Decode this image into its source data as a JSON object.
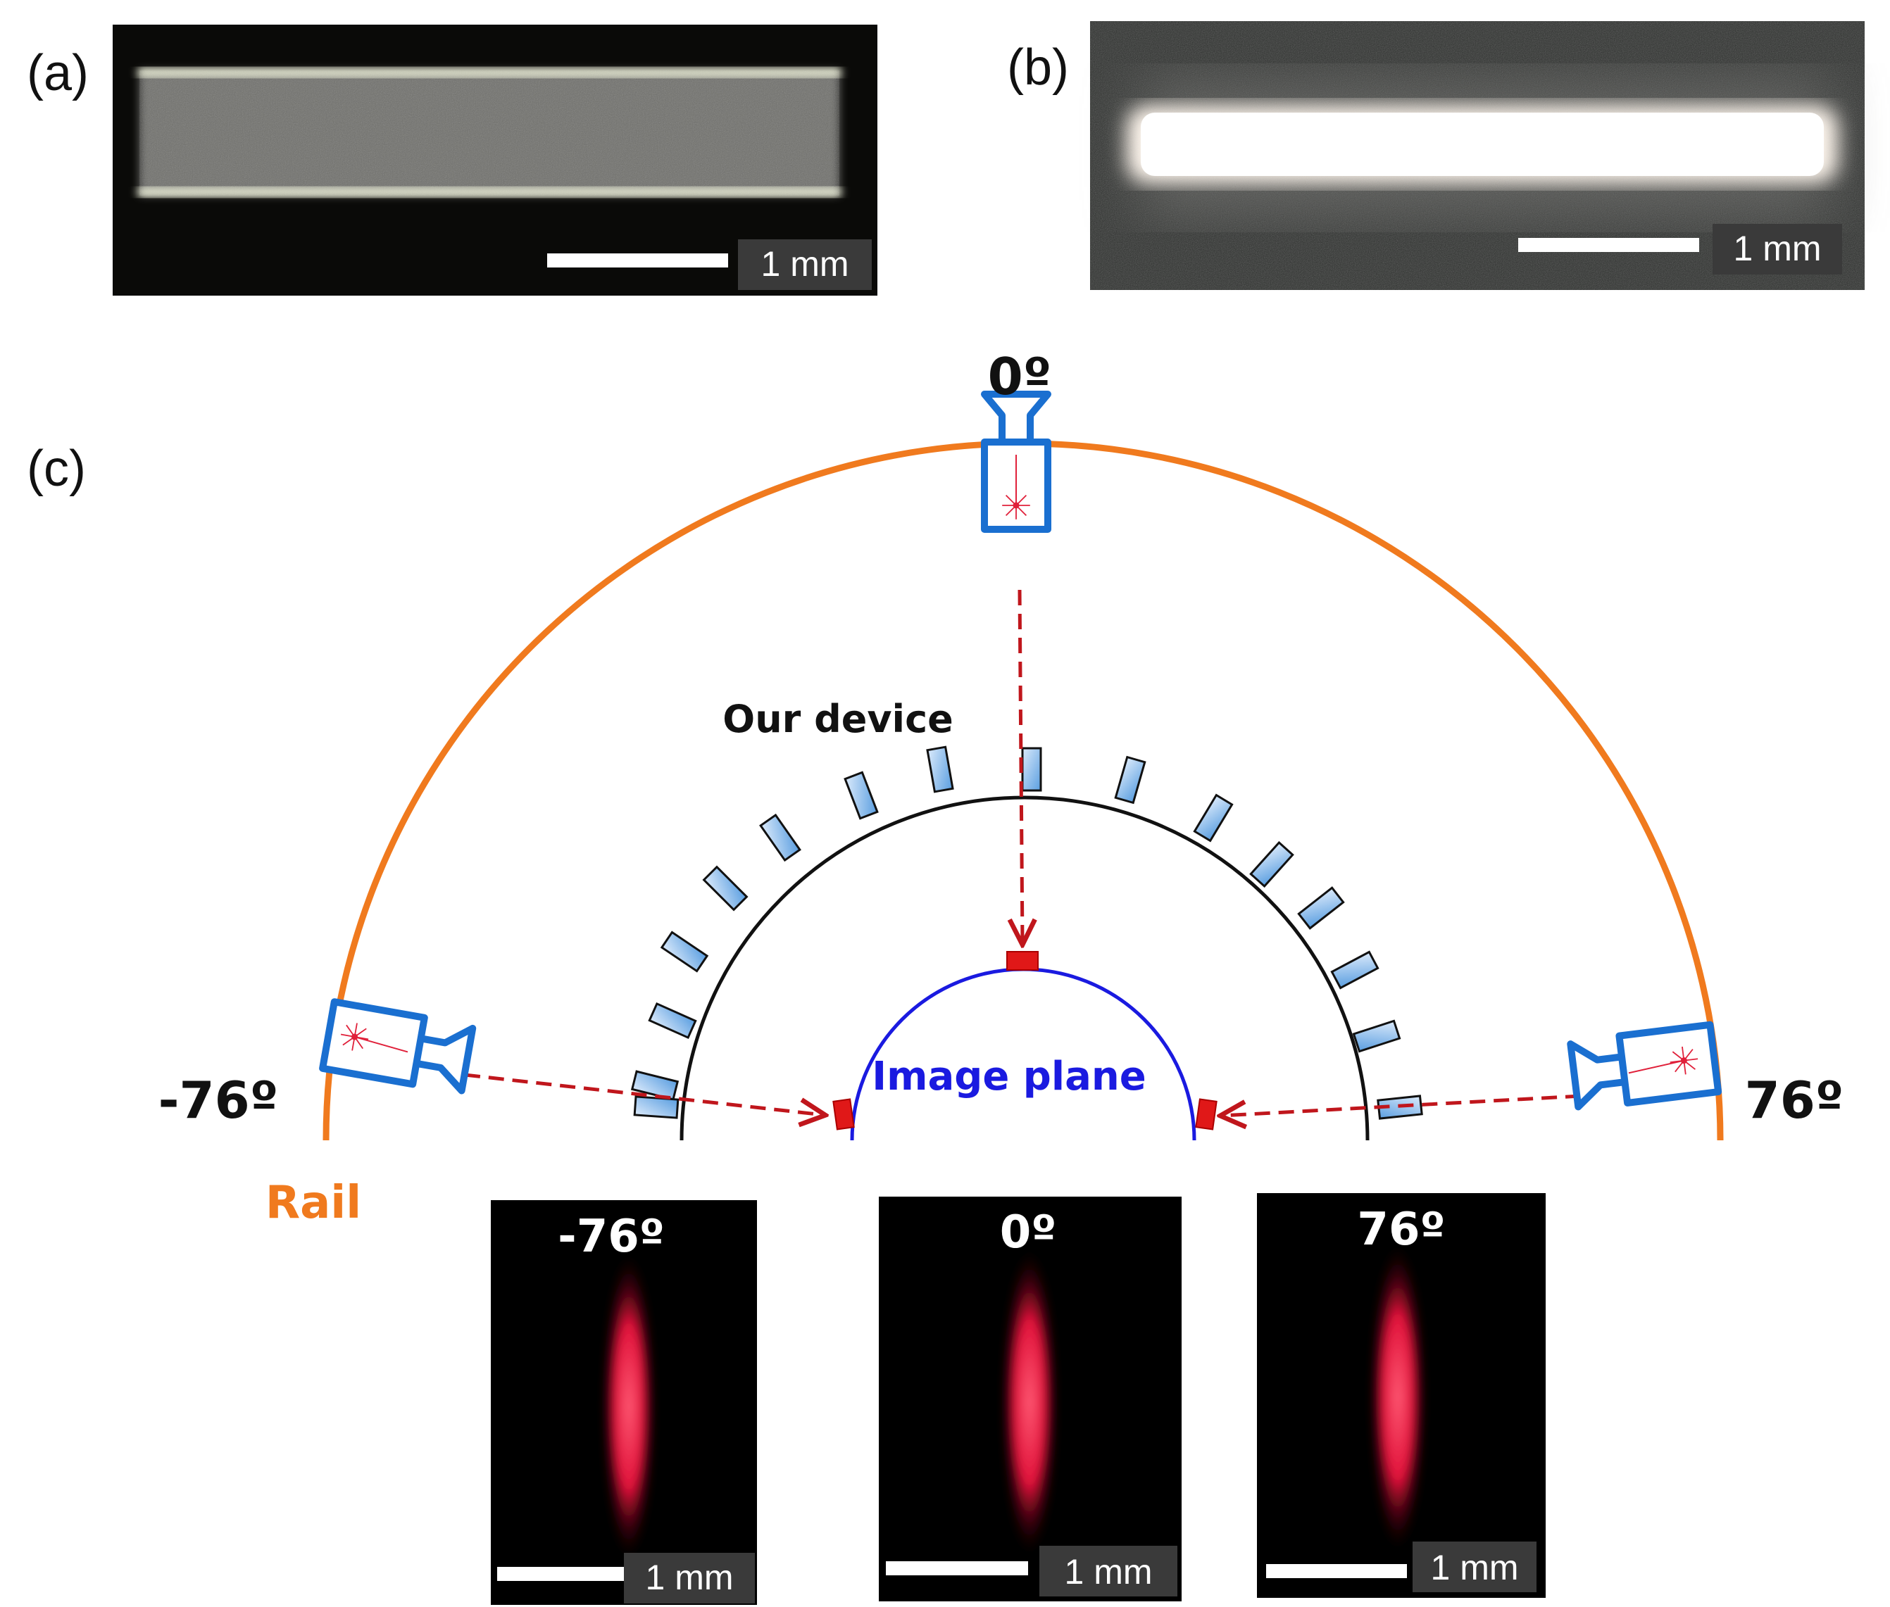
{
  "panels": {
    "a": {
      "label": "(a)",
      "scale_text": "1 mm"
    },
    "b": {
      "label": "(b)",
      "scale_text": "1 mm"
    },
    "c": {
      "label": "(c)"
    }
  },
  "diagram": {
    "top_angle": "0º",
    "left_angle": "-76º",
    "right_angle": "76º",
    "device_label": "Our device",
    "image_plane_label": "Image plane",
    "rail_label": "Rail"
  },
  "thumbnails": [
    {
      "angle": "-76º",
      "scale_text": "1 mm"
    },
    {
      "angle": "0º",
      "scale_text": "1 mm"
    },
    {
      "angle": "76º",
      "scale_text": "1 mm"
    }
  ],
  "colors": {
    "rail": "#f07a1e",
    "device_arc": "#111111",
    "image_plane": "#1a1ae0",
    "camera_outline": "#1a6fd0",
    "beam": "#c0161c",
    "spot": "#ff2a4d"
  },
  "icons": [
    "laser-camera-icon"
  ]
}
